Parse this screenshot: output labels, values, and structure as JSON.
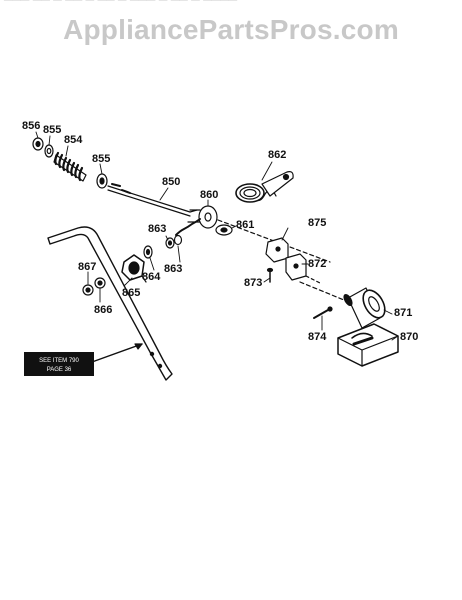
{
  "watermark": "AppliancePartsPros.com",
  "reference_box": {
    "line1": "SEE ITEM 790",
    "line2": "PAGE 36"
  },
  "callouts": {
    "p850": "850",
    "p854": "854",
    "p855a": "855",
    "p855b": "855",
    "p856": "856",
    "p860": "860",
    "p861": "861",
    "p862": "862",
    "p863a": "863",
    "p863b": "863",
    "p864": "864",
    "p865": "865",
    "p866": "866",
    "p867": "867",
    "p870": "870",
    "p871": "871",
    "p872": "872",
    "p873": "873",
    "p874": "874",
    "p875": "875"
  }
}
